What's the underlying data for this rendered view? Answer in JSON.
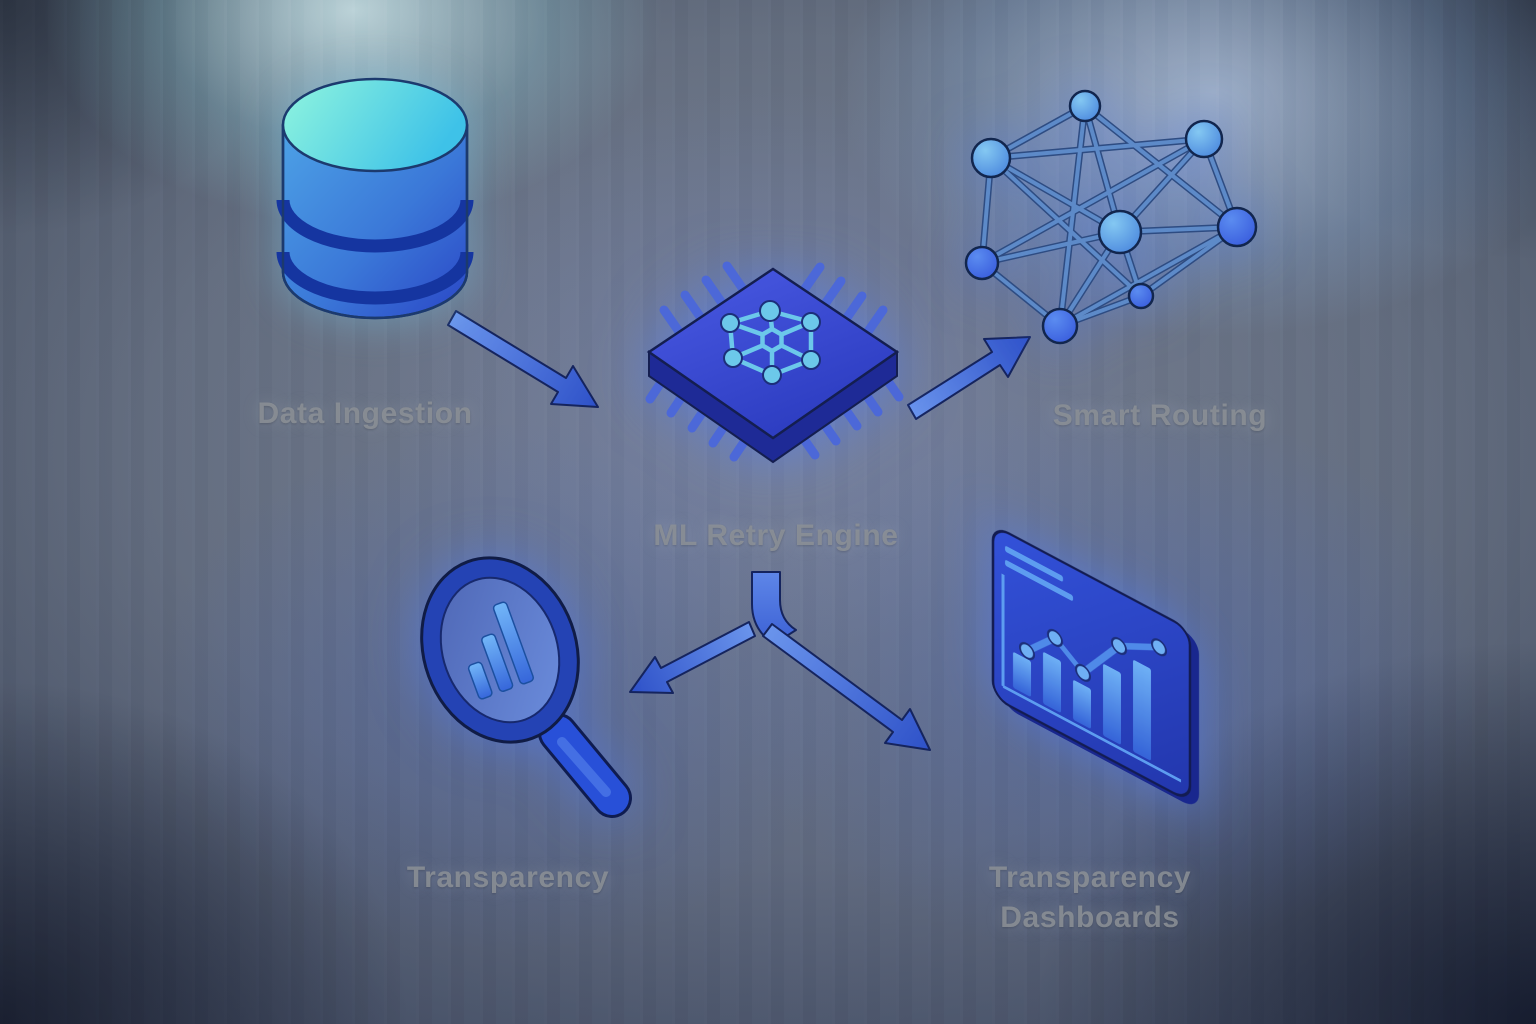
{
  "page": {
    "kind": "isometric-pipeline-illustration"
  },
  "flow": {
    "nodes": [
      {
        "id": "data-ingestion",
        "label": "Data Ingestion",
        "icon": "database-icon"
      },
      {
        "id": "ml-retry-engine",
        "label": "ML Retry Engine",
        "icon": "chip-network-icon"
      },
      {
        "id": "smart-routing",
        "label": "Smart Routing",
        "icon": "network-graph-icon"
      },
      {
        "id": "transparency",
        "label": "Transparency",
        "icon": "magnifier-bar-chart-icon"
      },
      {
        "id": "transparency-dashboards",
        "label": "Transparency Dashboards",
        "label_line1": "Transparency",
        "label_line2": "Dashboards",
        "icon": "dashboard-chart-icon"
      }
    ],
    "edges": [
      {
        "from": "data-ingestion",
        "to": "ml-retry-engine"
      },
      {
        "from": "ml-retry-engine",
        "to": "smart-routing"
      },
      {
        "from": "ml-retry-engine",
        "to": "transparency"
      },
      {
        "from": "ml-retry-engine",
        "to": "transparency-dashboards"
      }
    ],
    "style": {
      "label_color": "#8d9298",
      "arrow_color": "#4a76e0",
      "icon_body_blue": "#2b46cc",
      "icon_accent_cyan": "#6cc8ea",
      "database_top_teal": "#8ef4de",
      "background_dark": "#23272e",
      "background_mid": "#7e8592",
      "glow_teal": "#dffaf6",
      "glow_blue": "#4668e0"
    },
    "network_graph_icon": {
      "node_count": 8,
      "edge_count": 19
    }
  }
}
